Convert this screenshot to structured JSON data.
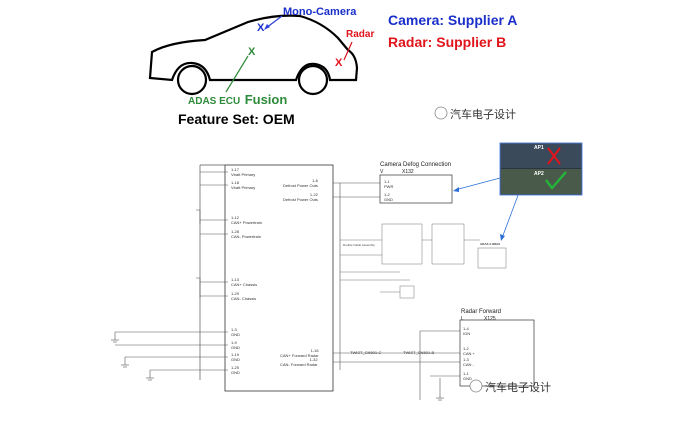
{
  "top": {
    "mono_camera": "Mono-Camera",
    "radar": "Radar",
    "camera_supplier": "Camera: Supplier A",
    "radar_supplier": "Radar: Supplier B",
    "adas_ecu": "ADAS ECU",
    "fusion": "Fusion",
    "feature_set": "Feature Set: OEM",
    "marker": "X"
  },
  "watermark": {
    "text": "汽车电子设计"
  },
  "ecu_pins_left": [
    {
      "num": "1-17",
      "name": "Vbatt Primary"
    },
    {
      "num": "1-18",
      "name": "Vbatt Primary"
    },
    {
      "num": "1-12",
      "name": "CAN+ Powertrain"
    },
    {
      "num": "1-28",
      "name": "CAN- Powertrain"
    },
    {
      "num": "1-13",
      "name": "CAN+ Chassis"
    },
    {
      "num": "1-29",
      "name": "CAN- Chassis"
    },
    {
      "num": "1-3",
      "name": "GND"
    },
    {
      "num": "1-9",
      "name": "GND"
    },
    {
      "num": "1-19",
      "name": "GND"
    },
    {
      "num": "1-25",
      "name": "GND"
    }
  ],
  "ecu_pins_right": [
    {
      "num": "1-6",
      "name": "Defrost Power Outs"
    },
    {
      "num": "1-22",
      "name": "Defrost Power Outs"
    },
    {
      "num": "1-16",
      "name": "CAN+ Forward Radar"
    },
    {
      "num": "1-32",
      "name": "CAN- Forward Radar"
    }
  ],
  "camera_conn": {
    "title": "Camera Defog Connection",
    "sub_v": "V",
    "sub_x": "X132",
    "pins": [
      {
        "num": "1-1",
        "name": "PWR"
      },
      {
        "num": "1-2",
        "name": "GND"
      }
    ]
  },
  "radar_conn": {
    "title": "Radar Forward",
    "sub_l": "L",
    "sub_x": "X125",
    "pins": [
      {
        "num": "1-4",
        "name": "IGN"
      },
      {
        "num": "1-2",
        "name": "CAN +"
      },
      {
        "num": "1-3",
        "name": "CAN -"
      },
      {
        "num": "1-1",
        "name": "GND"
      }
    ]
  },
  "mid_labels": {
    "twist1": "TWIST_CN501-C",
    "twist2": "TWIST_CN501-B",
    "defog": "Double Cable Assembly",
    "adas_box": "ADAS 2.0MAX",
    "ap1": "AP1",
    "ap2": "AP2"
  },
  "colors": {
    "blue_label": "#1a2fc9",
    "red_label": "#e0141b",
    "green_label": "#2e8b3a"
  }
}
